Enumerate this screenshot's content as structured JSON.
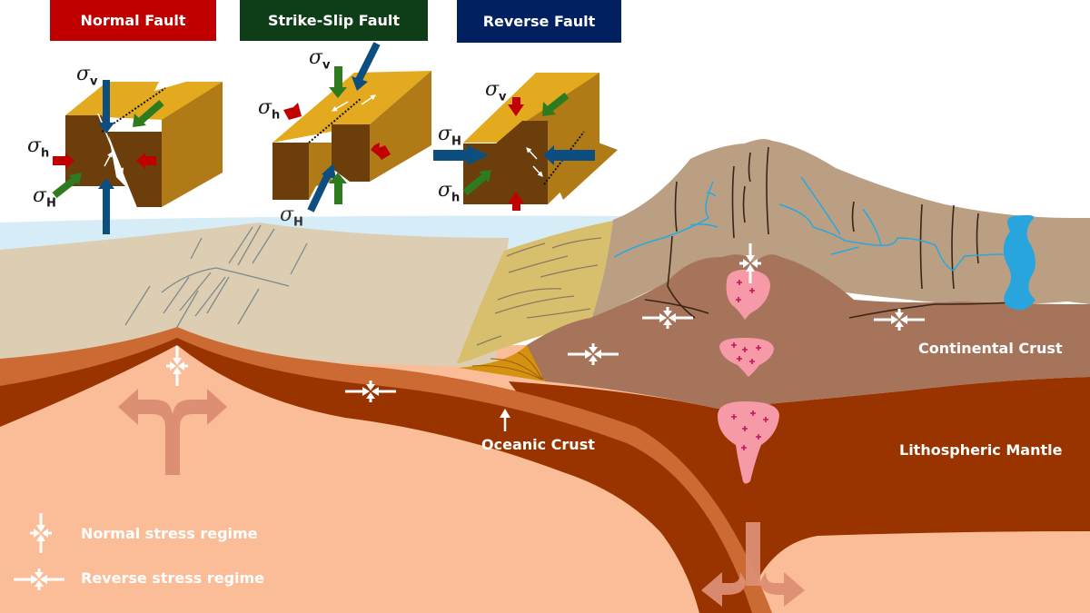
{
  "titles": {
    "normal": {
      "label": "Normal Fault",
      "color": "#c00000"
    },
    "strike_slip": {
      "label": "Strike-Slip Fault",
      "color": "#0f3d17"
    },
    "reverse": {
      "label": "Reverse Fault",
      "color": "#002060"
    }
  },
  "stress_symbols": {
    "sigma": "σ",
    "v": "v",
    "h": "h",
    "H": "H"
  },
  "layers": {
    "continental_crust": "Continental Crust",
    "lithospheric_mantle": "Lithospheric Mantle",
    "oceanic_crust": "Oceanic Crust"
  },
  "legend": {
    "normal": "Normal stress regime",
    "reverse": "Reverse stress regime"
  },
  "colors": {
    "sea": "#d6ecf7",
    "sediment_plain": "#dccdb3",
    "accretionary_wedge": "#d8bf6e",
    "wedge_base": "#d4920f",
    "mountain": "#bb9f83",
    "continental_crust": "#a6745a",
    "oceanic_crust_upper": "#cc6a33",
    "lithosphere": "#993300",
    "asthenosphere": "#fbbd98",
    "magma": "#f79aa8",
    "magma_plus": "#c2185b",
    "river": "#29a8df",
    "lake": "#27a5dc",
    "block_top": "#e3aa1f",
    "block_side": "#b07a16",
    "block_front": "#6b3e0c",
    "arrow_blue": "#0d4e80",
    "arrow_green": "#2e7a1f",
    "arrow_red": "#c00000",
    "flow_arrow": "#dd8f74"
  }
}
